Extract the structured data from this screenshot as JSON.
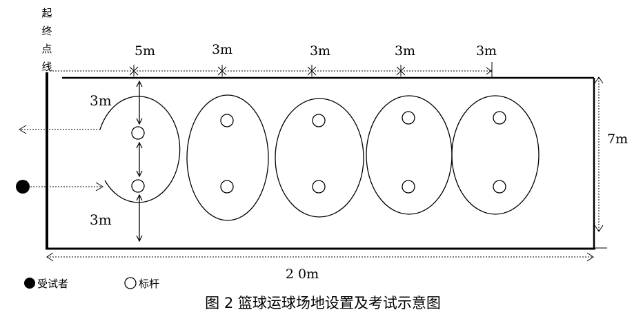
{
  "diagram": {
    "start_finish_label": [
      "起",
      "终",
      "点",
      "线"
    ],
    "top_spacing_labels": [
      "5m",
      "3m",
      "3m",
      "3m",
      "3m"
    ],
    "side_label_top": "3m",
    "side_label_bottom": "3m",
    "width_label": "7m",
    "length_label": "2 0m",
    "legend": {
      "subject_label": "受试者",
      "pole_label": "标杆"
    },
    "caption": "图 2 篮球运球场地设置及考试示意图"
  },
  "colors": {
    "line": "#000000",
    "background": "#ffffff"
  }
}
